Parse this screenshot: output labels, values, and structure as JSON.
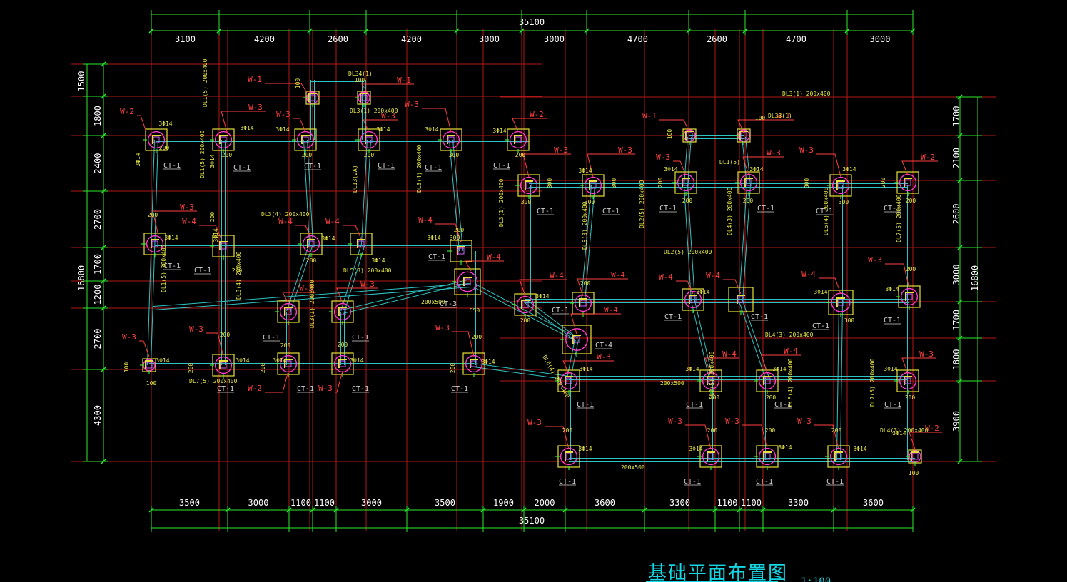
{
  "drawing": {
    "title": "基础平面布置图",
    "scale": "1:100",
    "colors": {
      "grid": "#b01818",
      "dim": "#2ee82e",
      "text": "#ffffff",
      "beam": "#2fc4c4",
      "footing": "#e6e03a",
      "column": "#ff3fd0",
      "label": "#ff4040",
      "title": "#14d7e6"
    }
  },
  "dims": {
    "top_total": "35100",
    "top_segments": [
      "3100",
      "4200",
      "2600",
      "4200",
      "3000",
      "3000",
      "4700",
      "2600",
      "4700",
      "3000"
    ],
    "bottom_total": "35100",
    "bottom_segments": [
      "3500",
      "3000",
      "1100",
      "1100",
      "3000",
      "3500",
      "1900",
      "2000",
      "3600",
      "3300",
      "1100",
      "1100",
      "3300",
      "3600"
    ],
    "left_total": "16800",
    "left_top": "1500",
    "left_segments": [
      "1800",
      "2400",
      "2700",
      "1700",
      "1200",
      "2700",
      "4300"
    ],
    "right_total": "16800",
    "right_segments": [
      "1700",
      "2100",
      "2600",
      "3000",
      "1700",
      "1800",
      "3900"
    ]
  },
  "labels": {
    "w1": "W-1",
    "w2": "W-2",
    "w3": "W-3",
    "w4": "W-4",
    "ct1": "CT-1",
    "ct3": "CT-3",
    "ct4": "CT-4",
    "rebar": "3Φ14",
    "d100": "100",
    "d200": "200",
    "d300": "300",
    "d550": "550",
    "beams": [
      "DL1(5) 200x400",
      "DL3(4) 200x400",
      "DL3(1) 200x400",
      "DL5(3) 200x400",
      "DL2(5) 200x400",
      "DL4(3) 200x400",
      "DL6(4) 200x400",
      "DL7(5) 200x400",
      "DL33(1)",
      "DL13(2A)",
      "DL1(5)",
      "200x500",
      "DL34(1)"
    ]
  }
}
